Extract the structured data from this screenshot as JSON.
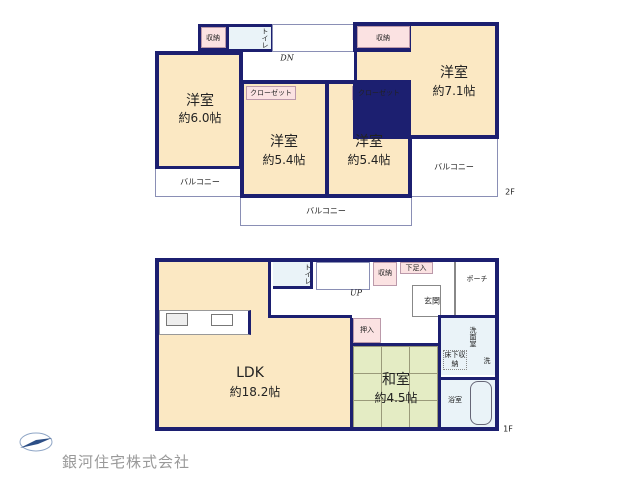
{
  "floor2": {
    "label": "2F",
    "rooms": [
      {
        "name": "洋室",
        "size": "約6.0帖"
      },
      {
        "name": "洋室",
        "size": "約5.4帖"
      },
      {
        "name": "洋室",
        "size": "約5.4帖"
      },
      {
        "name": "洋室",
        "size": "約7.1帖"
      }
    ],
    "storage_left": "収納",
    "storage_right": "収納",
    "toilet": "トイレ",
    "closet": "クローゼット",
    "stairs": "DN",
    "balcony": "バルコニー"
  },
  "floor1": {
    "label": "1F",
    "ldk": {
      "name": "LDK",
      "size": "約18.2帖"
    },
    "washitsu": {
      "name": "和室",
      "size": "約4.5帖"
    },
    "oshiire": "押入",
    "toilet": "トイレ",
    "stairs": "UP",
    "storage": "収納",
    "shoe": "下足入",
    "genkan": "玄関",
    "porch": "ポーチ",
    "senmen": "洗面室",
    "underfloor": "床下収納",
    "washer": "洗",
    "bath": "浴室"
  },
  "company": "銀河住宅株式会社",
  "colors": {
    "wall": "#1c1f70",
    "room": "#fbe8c3",
    "washitsu": "#e4ecc4",
    "storage": "#fbe2e2"
  }
}
